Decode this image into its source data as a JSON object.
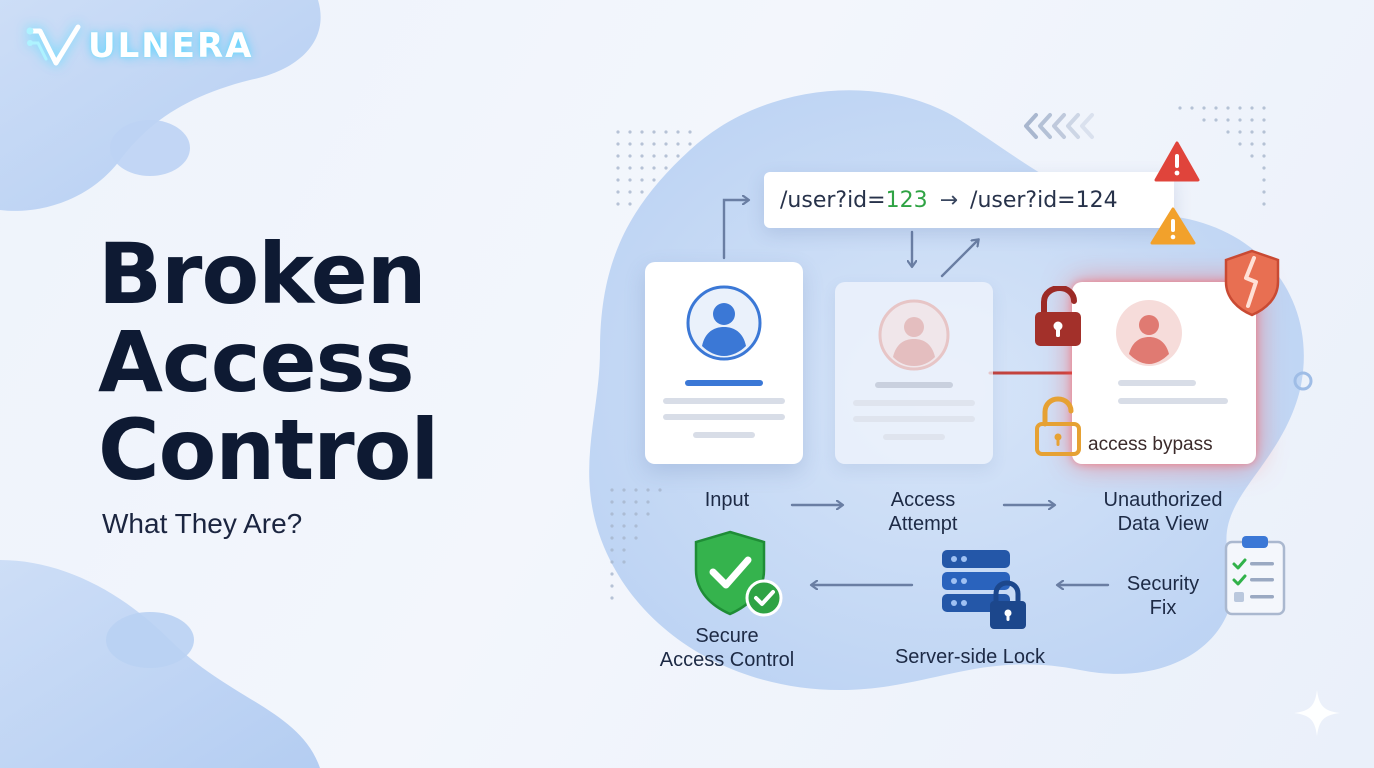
{
  "brand": {
    "name": "ULNERA"
  },
  "title": {
    "line1": "Broken",
    "line2": "Access",
    "line3": "Control"
  },
  "subtitle": "What They Are?",
  "url": {
    "from_prefix": "/user?id=",
    "from_id": "123",
    "to": "/user?id=124"
  },
  "flow": {
    "input": "Input",
    "access_attempt_1": "Access",
    "access_attempt_2": "Attempt",
    "unauthorized_1": "Unauthorized",
    "unauthorized_2": "Data View",
    "bypass": "access bypass",
    "security_fix_1": "Security",
    "security_fix_2": "Fix",
    "server_lock": "Server-side Lock",
    "secure_1": "Secure",
    "secure_2": "Access Control"
  },
  "colors": {
    "accent_blue": "#3b78d6",
    "danger_red": "#e0443b",
    "warning_orange": "#f2a12b",
    "success_green": "#31b24a",
    "title_navy": "#0e1a33"
  },
  "icons": [
    "user-avatar-icon",
    "alert-triangle-icon",
    "broken-shield-icon",
    "unlocked-padlock-icon",
    "shield-check-icon",
    "server-lock-icon",
    "clipboard-checklist-icon",
    "sparkle-icon"
  ]
}
